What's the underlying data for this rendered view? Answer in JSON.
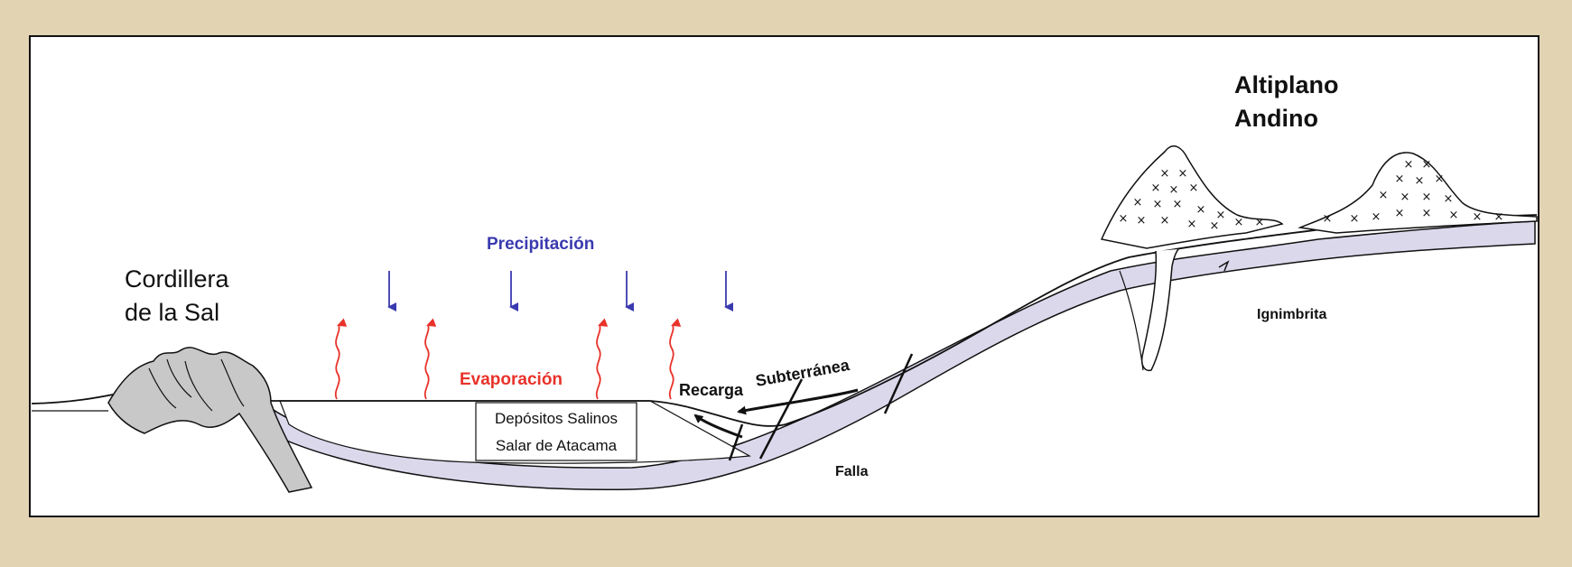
{
  "labels": {
    "cordillera_line1": "Cordillera",
    "cordillera_line2": "de la Sal",
    "altiplano_line1": "Altiplano",
    "altiplano_line2": "Andino",
    "precipitacion": "Precipitación",
    "evaporacion": "Evaporación",
    "recarga": "Recarga",
    "subterranea": "Subterránea",
    "depositos_line1": "Depósitos Salinos",
    "depositos_line2": "Salar de Atacama",
    "falla": "Falla",
    "ignimbrita": "Ignimbrita"
  },
  "colors": {
    "background": "#e2d3b3",
    "panel": "#ffffff",
    "aquifer": "#dcd8ec",
    "mountain_fill": "#c8c8c8",
    "precipitation": "#3a3ab0",
    "evaporation": "#e8322a",
    "ink": "#111111"
  },
  "icons": {
    "precipitation": "down-arrow-icon",
    "evaporation": "wavy-up-arrow-icon",
    "volcanic_rock": "x-mark-icon"
  }
}
